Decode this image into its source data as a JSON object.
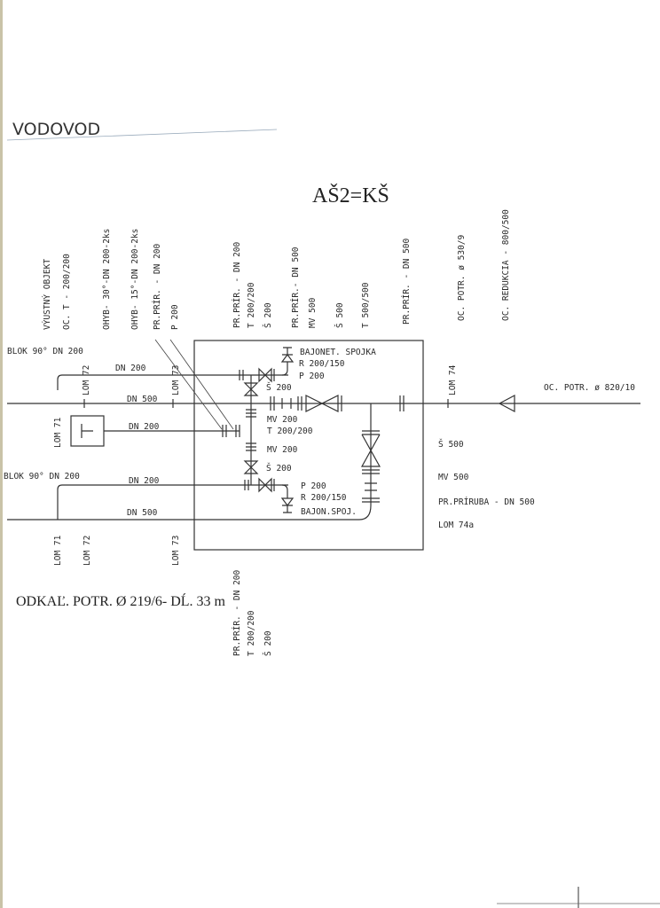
{
  "title": "VODOVOD",
  "subtitle": "AŠ2=KŠ",
  "footer_note": "ODKAĽ. POTR. Ø 219/6- DĹ. 33 m",
  "top_labels": [
    "VÝUSTNÝ OBJEKT",
    "OC. T - 200/200",
    "OHYB- 30°-DN 200-2ks",
    "OHYB- 15°-DN 200-2ks",
    "PR.PRÍR. - DN 200",
    "P 200",
    "PR.PRÍR. - DN 200",
    "T 200/200",
    "Š 200",
    "PR.PRÍR.- DN 500",
    "MV 500",
    "Š 500",
    "T 500/500",
    "PR.PRÍR. - DN 500",
    "OC. POTR. ø 530/9",
    "OC. REDUKCIA - 800/500"
  ],
  "bottom_labels": [
    "PR.PRÍR. - DN 200",
    "T 200/200",
    "Š 200"
  ],
  "lom_labels": [
    "LOM 72",
    "LOM 73",
    "LOM 71",
    "LOM 74",
    "LOM 71",
    "LOM 72",
    "LOM 73"
  ],
  "pipe_labels": [
    "BLOK 90° DN 200",
    "DN 200",
    "DN 500",
    "DN 200",
    "BLOK 90° DN 200",
    "DN 200",
    "DN 500"
  ],
  "box_labels": [
    "BAJONET. SPOJKA",
    "R 200/150",
    "P 200",
    "Š 200",
    "MV 200",
    "T 200/200",
    "MV 200",
    "Š 200",
    "P 200",
    "R 200/150",
    "BAJON.SPOJ."
  ],
  "right_labels": [
    "Š 500",
    "MV 500",
    "PR.PRÍRUBA - DN 500",
    "LOM 74a",
    "OC. POTR. ø 820/10"
  ]
}
